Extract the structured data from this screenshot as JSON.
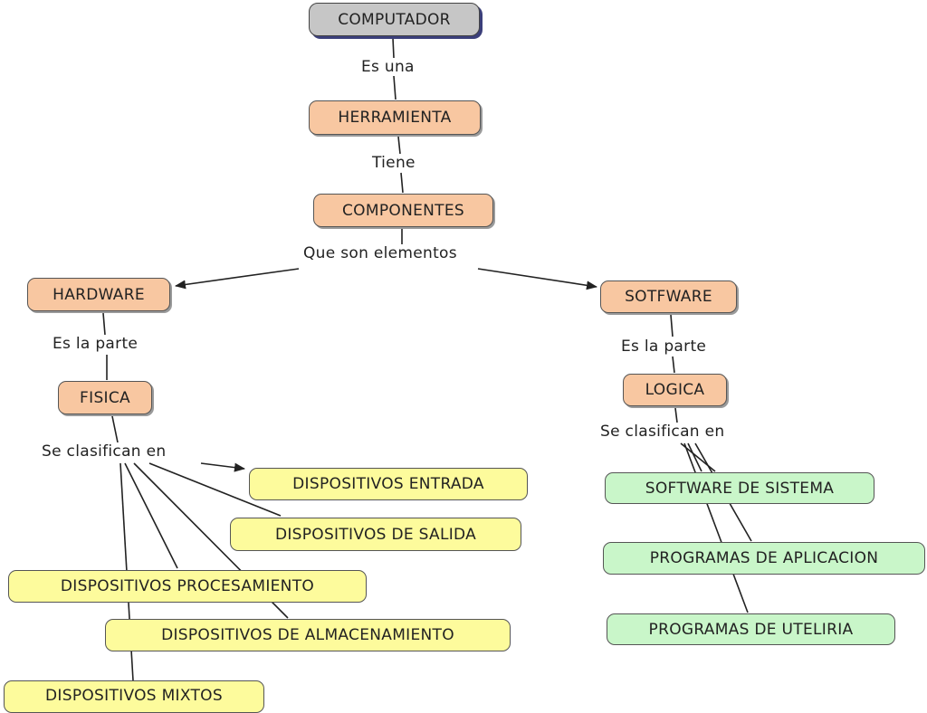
{
  "colors": {
    "root_fill": "#c6c6c6",
    "orange_fill": "#f8c7a1",
    "yellow_fill": "#fdfb9c",
    "green_fill": "#c9f6c9",
    "line": "#222222"
  },
  "nodes": {
    "computador": "COMPUTADOR",
    "herramienta": "HERRAMIENTA",
    "componentes": "COMPONENTES",
    "hardware": "HARDWARE",
    "sotfware": "SOTFWARE",
    "fisica": "FISICA",
    "logica": "LOGICA",
    "hardware_devices": [
      "DISPOSITIVOS ENTRADA",
      "DISPOSITIVOS DE SALIDA",
      "DISPOSITIVOS PROCESAMIENTO",
      "DISPOSITIVOS DE ALMACENAMIENTO",
      "DISPOSITIVOS MIXTOS"
    ],
    "software_types": [
      "SOFTWARE DE SISTEMA",
      "PROGRAMAS DE APLICACION",
      "PROGRAMAS DE UTELIRIA"
    ]
  },
  "links": {
    "es_una": "Es una",
    "tiene": "Tiene",
    "que_son": "Que son elementos",
    "hw_parte": "Es la parte",
    "sw_parte": "Es la parte",
    "hw_clasifican": "Se clasifican en",
    "sw_clasifican": "Se clasifican en"
  }
}
